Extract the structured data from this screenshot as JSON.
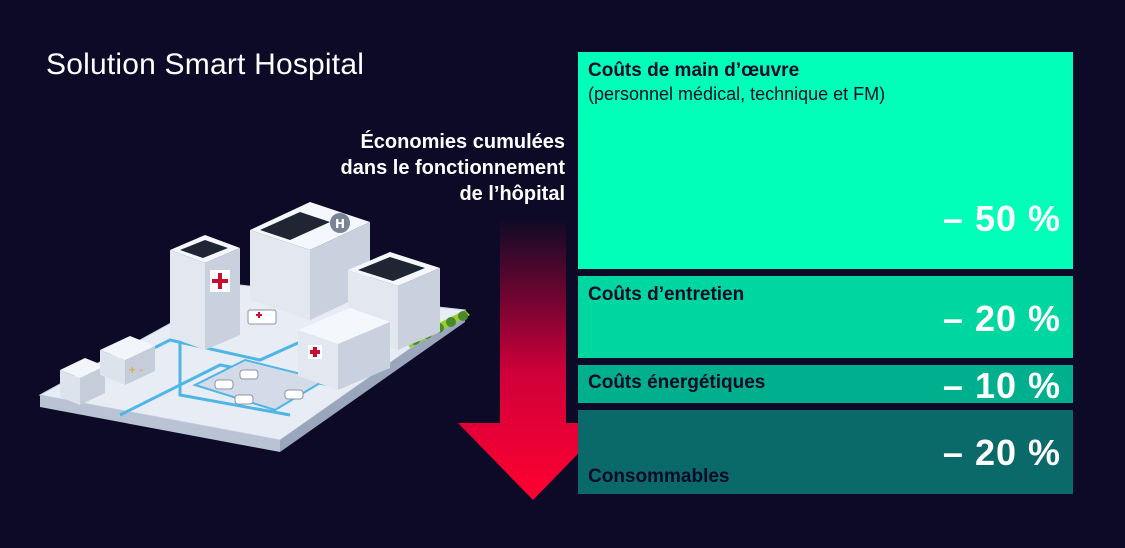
{
  "title": "Solution Smart Hospital",
  "savings_caption": {
    "line1": "Économies cumulées",
    "line2": "dans le fonctionnement",
    "line3": "de l’hôpital"
  },
  "cost_items": [
    {
      "label": "Coûts de main d’œuvre",
      "sublabel": "(personnel médical, technique et FM)",
      "value": "– 50 %"
    },
    {
      "label": "Coûts d’entretien",
      "value": "– 20 %"
    },
    {
      "label": "Coûts énergétiques",
      "value": "– 10 %"
    },
    {
      "label": "Consommables",
      "value": "– 20 %"
    }
  ],
  "colors": {
    "background": "#0c0a26",
    "labor": "#00ffb9",
    "maintenance": "#00d7a0",
    "energy": "#00af8e",
    "consumables": "#0a6a6a",
    "arrow": "#e8002a"
  },
  "icons": [
    "hospital-building-illustration",
    "down-arrow-icon",
    "helipad-icon",
    "red-cross-icon",
    "ambulance-icon"
  ]
}
